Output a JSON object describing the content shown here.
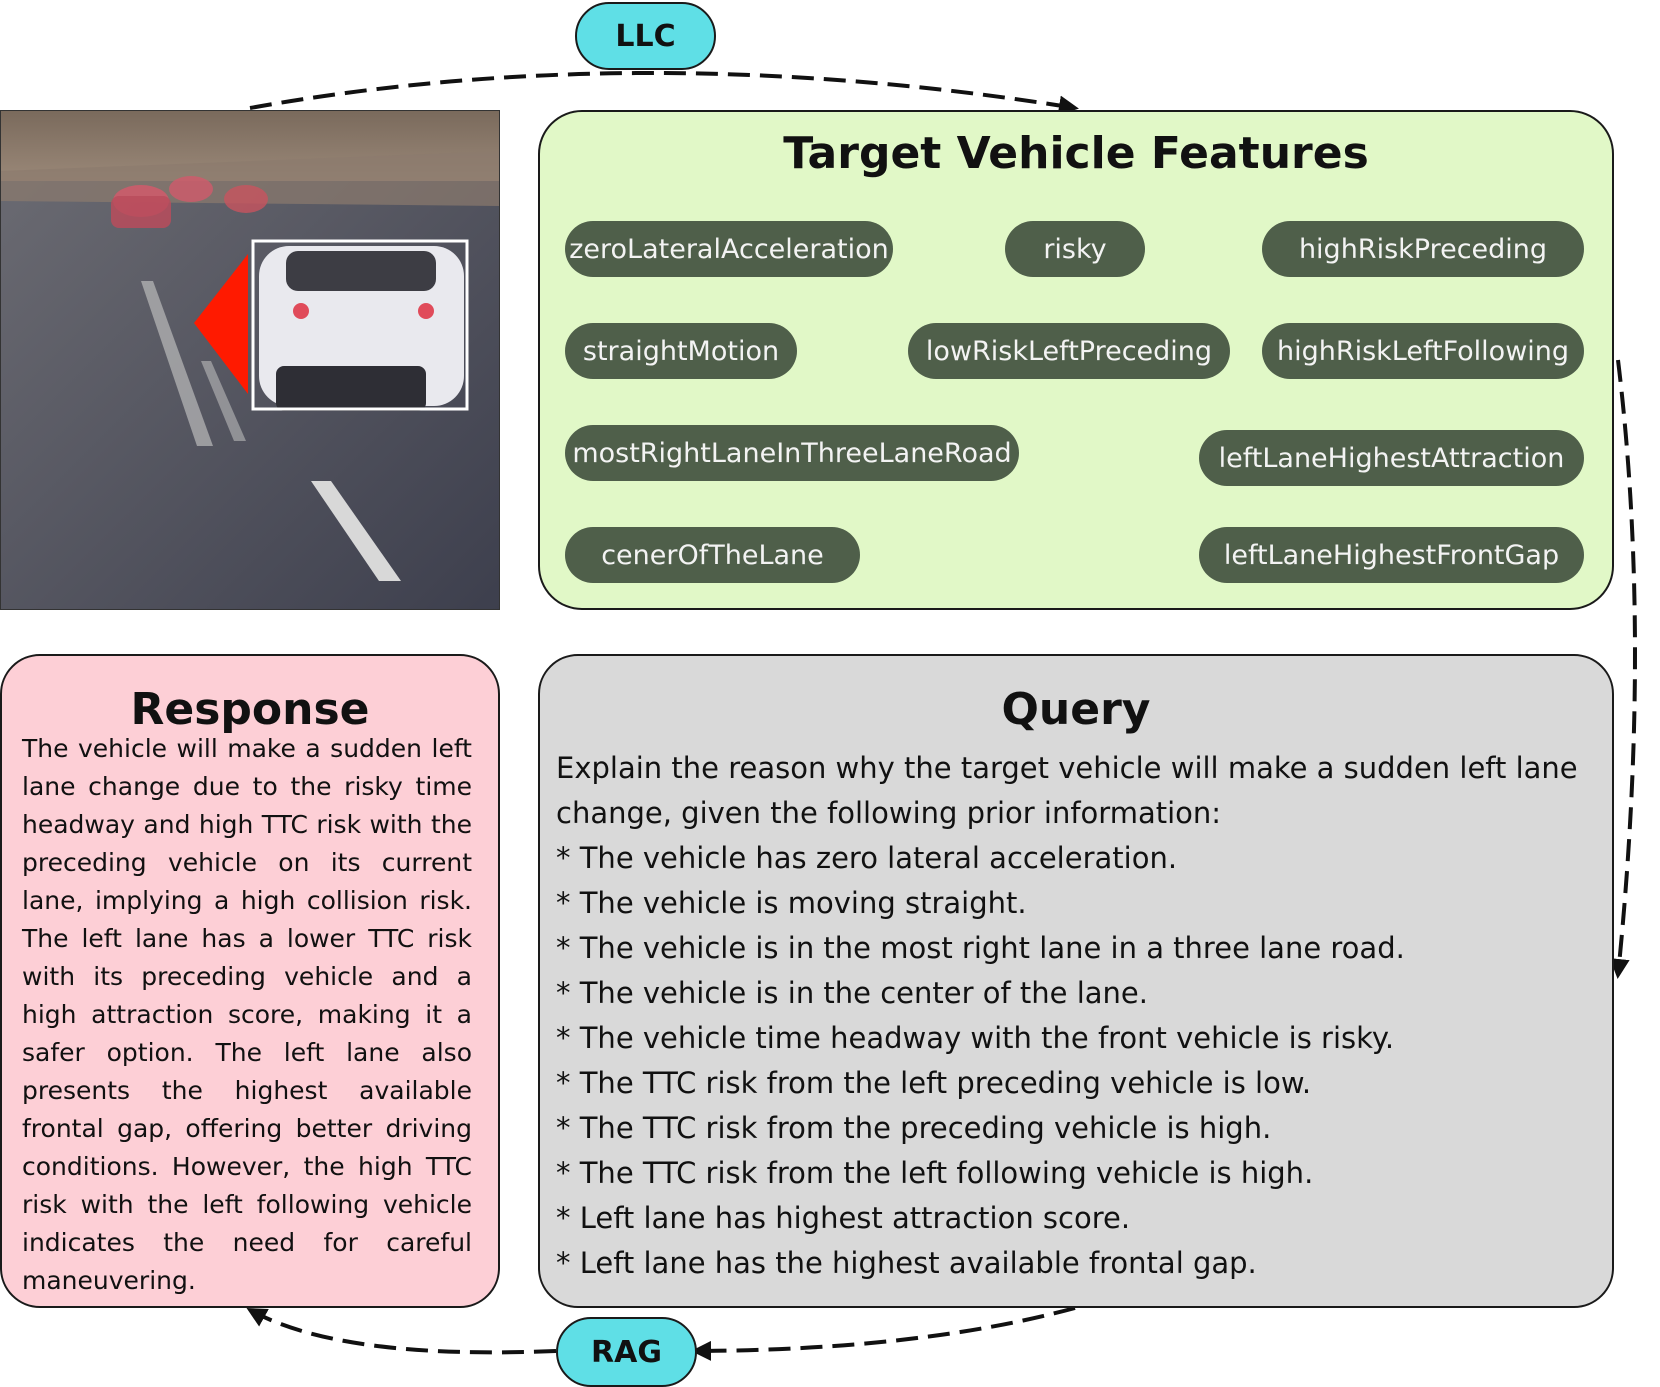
{
  "nodes": {
    "llc": "LLC",
    "rag": "RAG"
  },
  "features": {
    "title": "Target Vehicle Features",
    "items": [
      "zeroLateralAcceleration",
      "risky",
      "highRiskPreceding",
      "straightMotion",
      "lowRiskLeftPreceding",
      "highRiskLeftFollowing",
      "mostRightLaneInThreeLaneRoad",
      "leftLaneHighestAttraction",
      "cenerOfTheLane",
      "leftLaneHighestFrontGap"
    ]
  },
  "response": {
    "title": "Response",
    "text": "The vehicle will make a sudden left lane change due to the risky time headway and high TTC risk with the preceding vehicle on its current lane, implying a high collision risk. The left lane has a lower TTC risk with its preceding vehicle and a high attraction score, making it a safer option. The left lane also presents the highest available frontal gap, offering better driving conditions. However, the high TTC risk with the left following vehicle indicates the need for careful maneuvering."
  },
  "query": {
    "title": "Query",
    "intro": "Explain the reason why the target vehicle will make a sudden left lane change, given the following prior information:",
    "items": [
      "* The vehicle has zero lateral acceleration.",
      "* The vehicle is moving straight.",
      "* The vehicle is in the most right lane in a three lane road.",
      "* The vehicle is in the center of the lane.",
      "* The vehicle time headway with the front vehicle is risky.",
      "* The TTC risk from the left preceding vehicle is low.",
      "* The TTC risk from the preceding vehicle is high.",
      "* The TTC risk from the left following vehicle is high.",
      "* Left lane has highest attraction score.",
      "* Left lane has the highest available frontal gap."
    ]
  },
  "colors": {
    "node_fill": "#5fdfe6",
    "features_fill": "#e1f8c7",
    "feature_pill": "#4f5f4a",
    "response_fill": "#fdcfd6",
    "query_fill": "#d9d9d9",
    "highlight_box": "#ffffff",
    "marker_triangle": "#ff1a00"
  }
}
